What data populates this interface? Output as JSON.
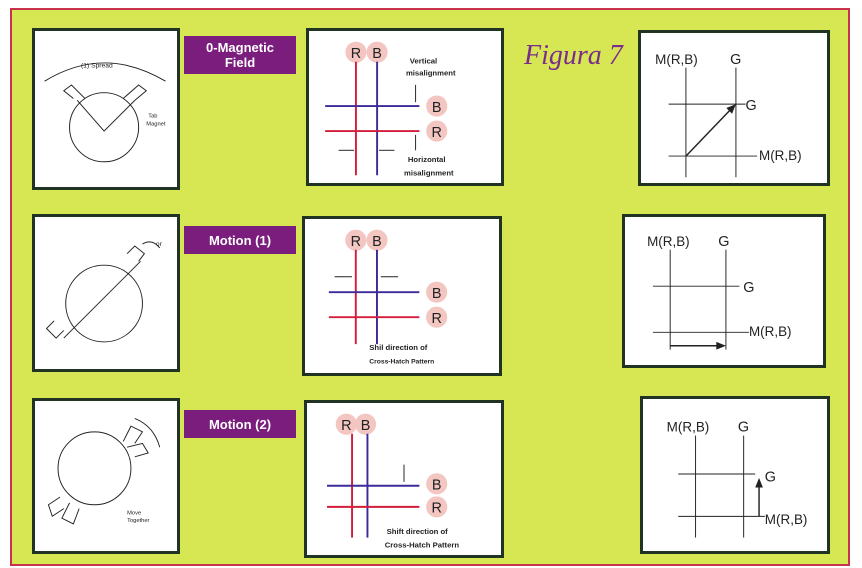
{
  "title": "Figura 7",
  "rows": [
    {
      "label_lines": [
        "0-Magnetic",
        "Field"
      ],
      "yoke": {
        "spread": "(1) Spread",
        "tab": [
          "Tab",
          "Magnet"
        ]
      },
      "crosshatch": {
        "top_r": "R",
        "top_b": "B",
        "vertical_note": [
          "Vertical",
          "misalignment"
        ],
        "right_b": "B",
        "right_r": "R",
        "horizontal_note": [
          "Horizontal",
          "misalignment"
        ]
      },
      "result": {
        "top_left": "M(R,B)",
        "top_right": "G",
        "right": "G",
        "bottom_right": "M(R,B)"
      }
    },
    {
      "label_lines": [
        "Motion (1)"
      ],
      "yoke": {
        "or": "or"
      },
      "crosshatch": {
        "top_r": "R",
        "top_b": "B",
        "right_b": "B",
        "right_r": "R",
        "shift_note": [
          "Shil direction of",
          "Cross-Hatch      Pattern"
        ]
      },
      "result": {
        "top_left": "M(R,B)",
        "top_right": "G",
        "right": "G",
        "bottom_right": "M(R,B)"
      }
    },
    {
      "label_lines": [
        "Motion (2)"
      ],
      "yoke": {
        "move": [
          "Move",
          "Together"
        ]
      },
      "crosshatch": {
        "top_r": "R",
        "top_b": "B",
        "right_b": "B",
        "right_r": "R",
        "shift_note": [
          "Shift direction of",
          "Cross-Hatch Pattern"
        ]
      },
      "result": {
        "top_left": "M(R,B)",
        "top_right": "G",
        "right": "G",
        "bottom_right": "M(R,B)"
      }
    }
  ],
  "colors": {
    "background": "#d7e653",
    "border": "#c8324a",
    "label": "#7a1d7d",
    "red_line": "#d21e3a",
    "blue_line": "#3d2a9a",
    "circle_fill": "#f3c6c2",
    "title": "#7a2d8c"
  }
}
